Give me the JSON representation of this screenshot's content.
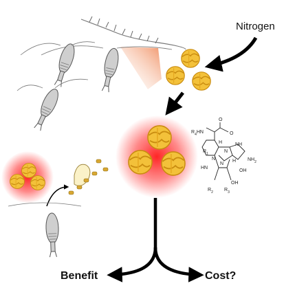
{
  "labels": {
    "nitrogen": "Nitrogen",
    "benefit": "Benefit",
    "cost": "Cost?"
  },
  "structure_labels": {
    "r4nh": "R4HN",
    "o_ring": "O",
    "o_carbonyl": "O",
    "r1": "R1",
    "h_top": "H",
    "hn_left": "HN",
    "n_left": "N",
    "n_mid": "N",
    "nh_right": "NH",
    "nh2": "NH2",
    "n_right": "N",
    "h_bottom": "H",
    "oh_right": "OH",
    "oh_bottom": "OH",
    "r2": "R2",
    "r3": "R3"
  },
  "colors": {
    "cell_fill": "#f3c13a",
    "cell_edge": "#c98c10",
    "glow": "#ff1a1a",
    "arrow": "#000000",
    "copepod_fill": "#cfcfcf",
    "copepod_edge": "#555555",
    "pellet": "#d9a832"
  }
}
